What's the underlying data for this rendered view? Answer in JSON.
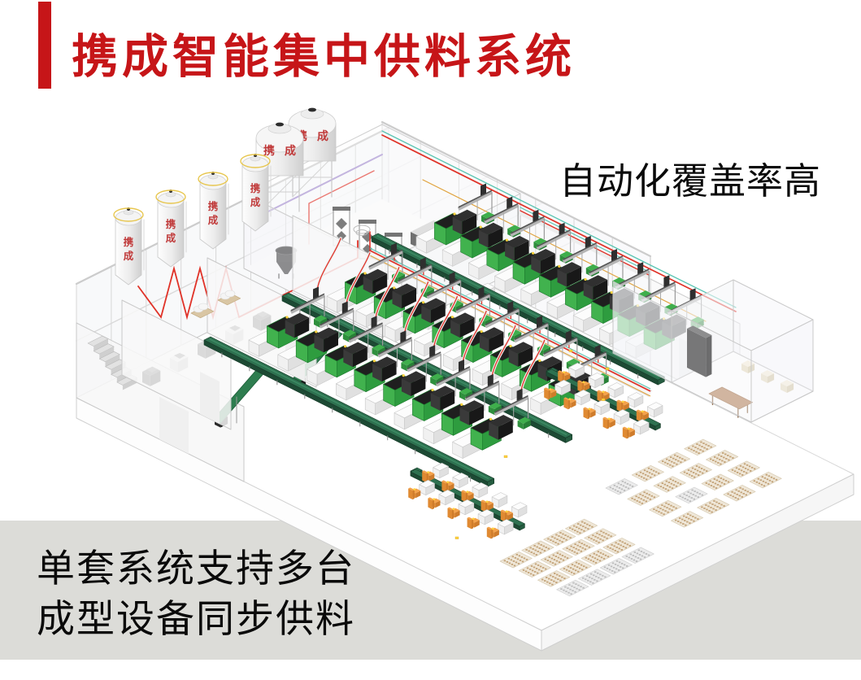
{
  "header": {
    "title": "携成智能集中供料系统"
  },
  "annotations": {
    "top_right": "自动化覆盖率高",
    "bottom_line1": "单套系统支持多台",
    "bottom_line2": "成型设备同步供料"
  },
  "silo": {
    "label": "携成"
  },
  "colors": {
    "brand_red": "#c61518",
    "text_black": "#0a0a0a",
    "band_gray": "#dcdcd8",
    "machine_green": "#41b24e",
    "machine_green_dark": "#2e9c3f",
    "conveyor_green": "#2e7150",
    "chair_orange": "#f0983f",
    "pallet_tan": "#c3a379",
    "pipe_red": "#e03228",
    "pipe_teal": "#58c4b2",
    "pipe_orange": "#e0a23c",
    "silo_label_red": "#c03a3a",
    "wall_stroke": "#c6c6c6"
  },
  "scene": {
    "small_silos": 4,
    "large_silos": 2,
    "machine_rows": [
      {
        "name": "north",
        "count": 9
      },
      {
        "name": "mid-upper",
        "count": 8
      },
      {
        "name": "mid-lower",
        "count": 8
      }
    ],
    "chair_clusters": 2,
    "pallet_clusters": 2,
    "left_room_crushers": 5,
    "has_office": true
  }
}
